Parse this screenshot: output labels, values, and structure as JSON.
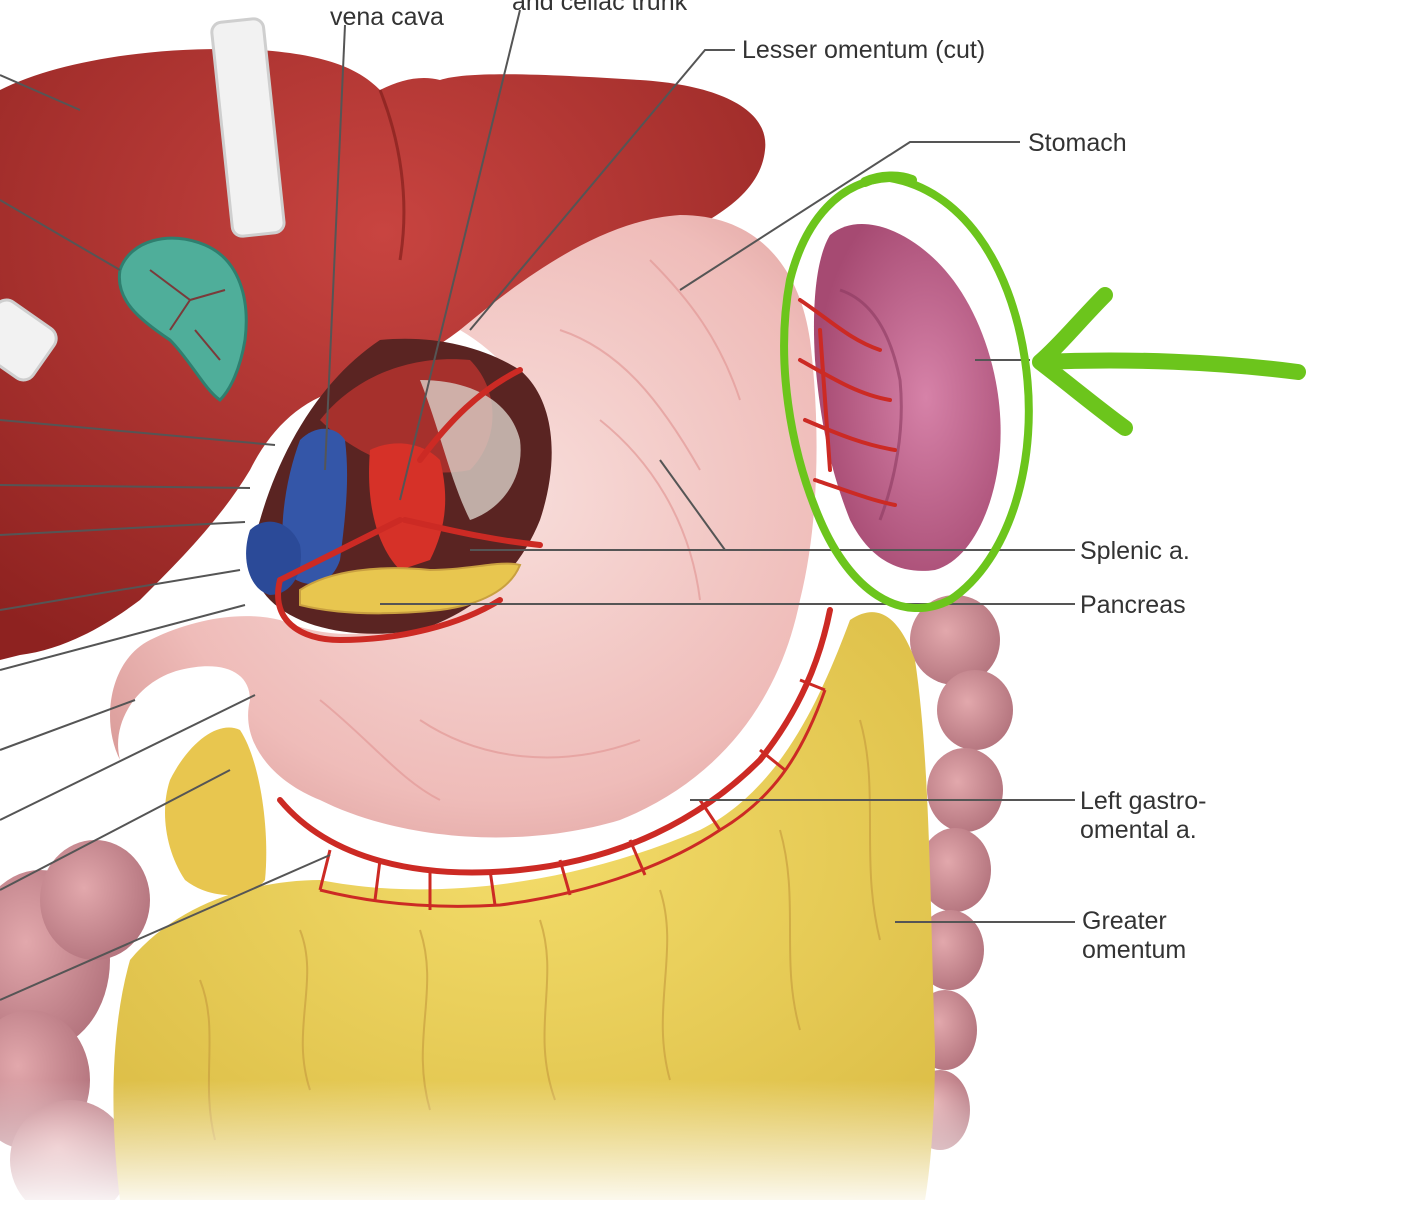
{
  "labels": {
    "vena_cava": "vena cava",
    "celiac_trunk": "and celiac trunk",
    "lesser_omentum": "Lesser omentum (cut)",
    "stomach": "Stomach",
    "splenic_artery": "Splenic a.",
    "pancreas": "Pancreas",
    "left_gastroomental_line1": "Left gastro-",
    "left_gastroomental_line2": "omental a.",
    "greater_omentum_line1": "Greater",
    "greater_omentum_line2": "omentum"
  },
  "colors": {
    "highlight": "#6cc51c",
    "liver": "#b8302c",
    "stomach": "#f2c2c0",
    "spleen": "#c0608a",
    "omentum": "#e8cf55",
    "artery": "#cc2a24",
    "vein": "#3456a8",
    "gallbladder": "#4fae9a",
    "colon": "#c98a8e"
  },
  "annotation": {
    "highlighted_structure": "spleen",
    "marker": "green circle with arrow pointing left"
  }
}
